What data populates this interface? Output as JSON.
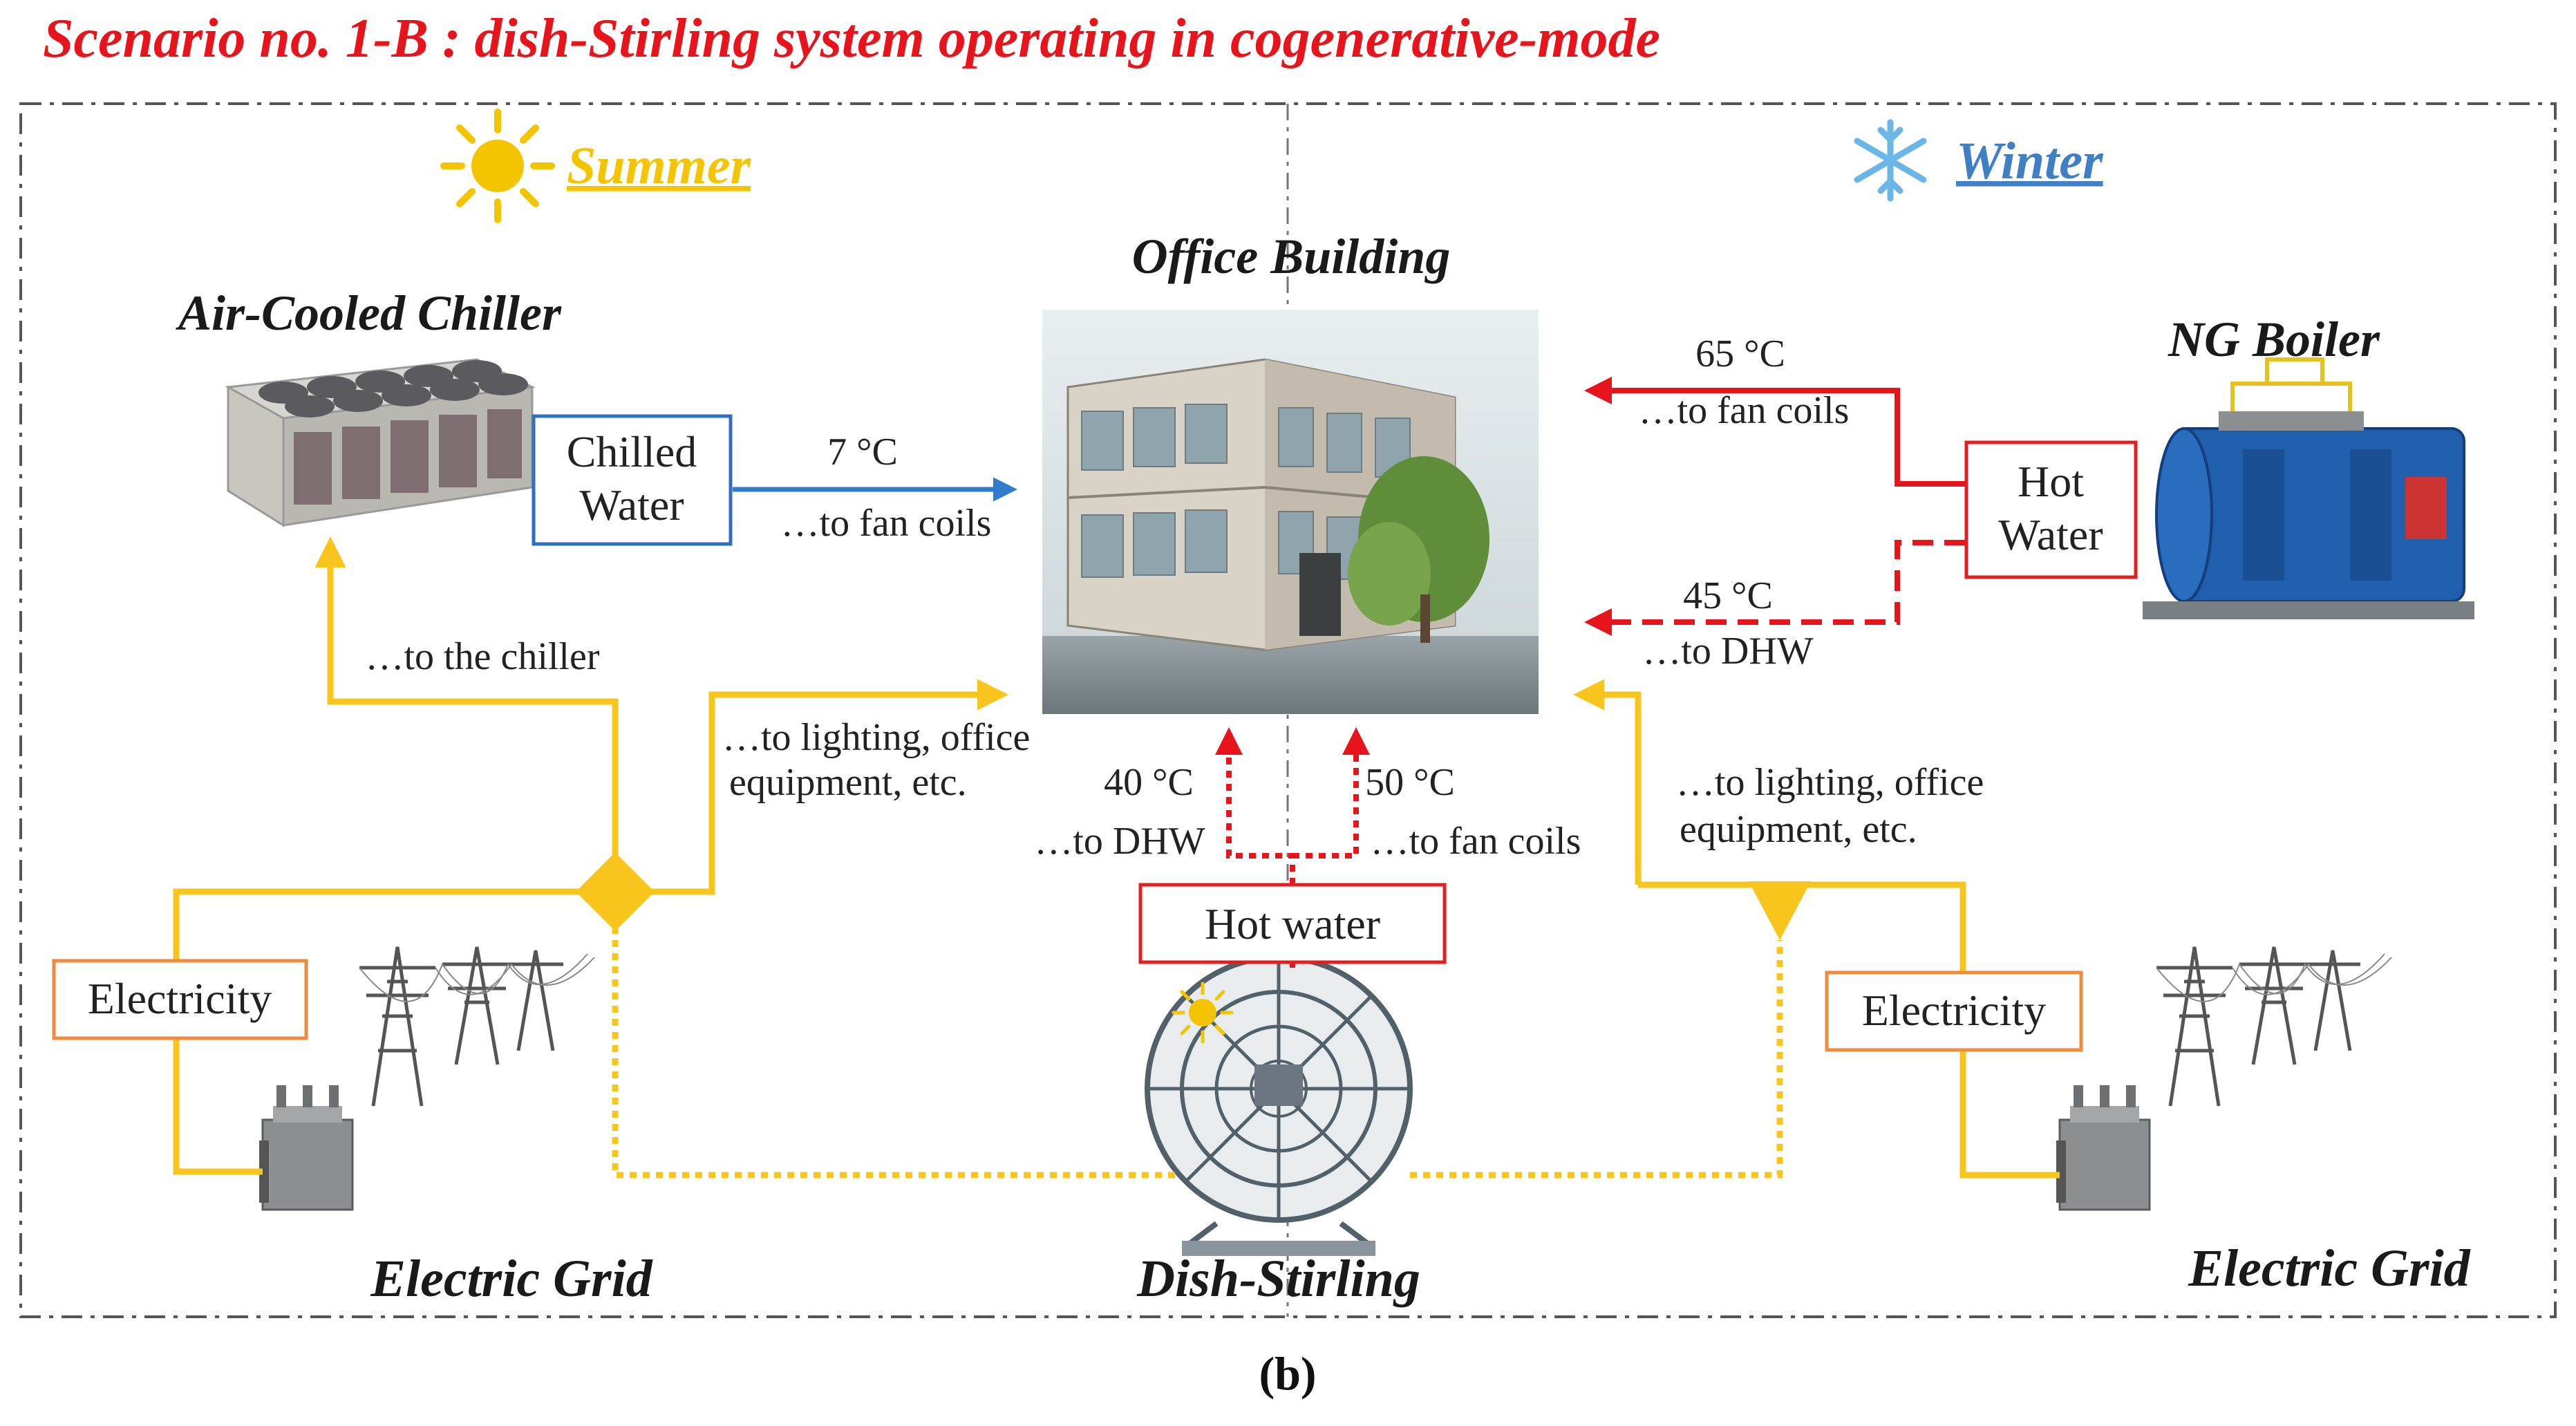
{
  "title": "Scenario no. 1-B : dish-Stirling system operating in cogenerative-mode",
  "seasons": {
    "summer": "Summer",
    "winter": "Winter"
  },
  "components": {
    "office_building": "Office Building",
    "chiller": "Air-Cooled Chiller",
    "boiler": "NG Boiler",
    "grid_left": "Electric Grid",
    "grid_right": "Electric Grid",
    "dish": "Dish-Stirling"
  },
  "boxes": {
    "chilled_water_1": "Chilled",
    "chilled_water_2": "Water",
    "hot_water_boiler_1": "Hot",
    "hot_water_boiler_2": "Water",
    "hot_water_dish": "Hot water",
    "electricity_left": "Electricity",
    "electricity_right": "Electricity"
  },
  "flows": {
    "chilled_temp": "7 °C",
    "chilled_dest": "…to fan coils",
    "boiler_sh_temp": "65 °C",
    "boiler_sh_dest": "…to fan coils",
    "boiler_dhw_temp": "45 °C",
    "boiler_dhw_dest": "…to DHW",
    "to_chiller": "…to the chiller",
    "lighting_left_1": "…to lighting, office",
    "lighting_left_2": "equipment, etc.",
    "lighting_right_1": "…to lighting, office",
    "lighting_right_2": "equipment, etc.",
    "dish_dhw_temp": "40 °C",
    "dish_dhw_dest": "…to DHW",
    "dish_fc_temp": "50 °C",
    "dish_fc_dest": "…to fan coils"
  },
  "caption": "(b)",
  "colors": {
    "title": "#e8141b",
    "summer": "#f5c400",
    "winter": "#3f7fc6",
    "electric": "#f7c51c",
    "hot": "#e8141b",
    "cold": "#2f7bcf",
    "box_blue": "#2f6fc0",
    "box_red": "#e02020",
    "box_orange": "#f08a3c",
    "frame": "#555555"
  }
}
